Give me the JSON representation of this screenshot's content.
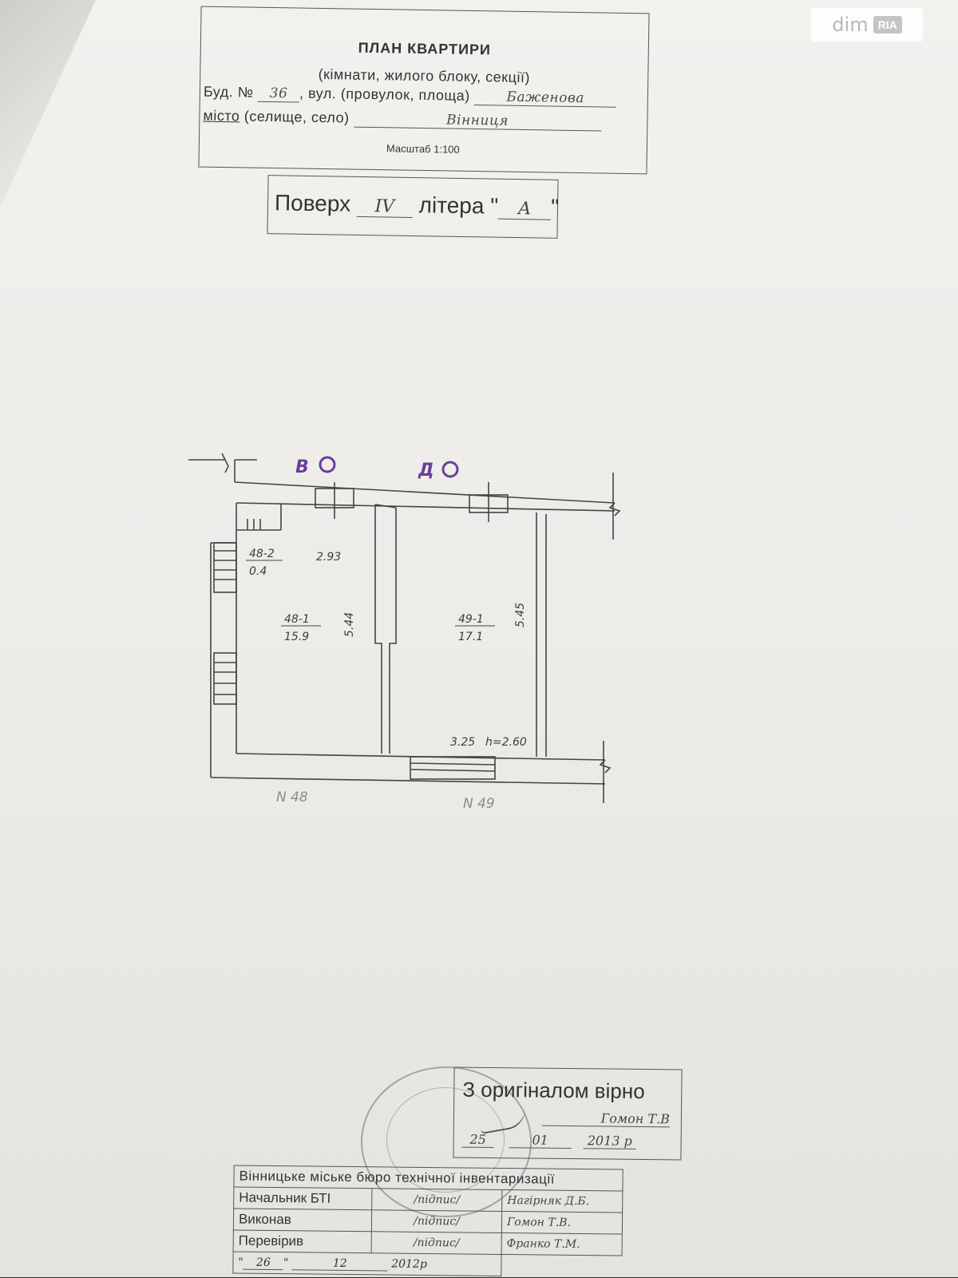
{
  "watermark": {
    "brand_left": "dim",
    "brand_right": "RIA"
  },
  "title_block": {
    "title": "ПЛАН КВАРТИРИ",
    "subtitle": "(кімнати, жилого блоку, секції)",
    "building_label": "Буд. №",
    "building_number": "36",
    "street_label": ", вул. (провулок, площа)",
    "street_value": "Баженова",
    "city_label": "місто",
    "city_label_rest": " (селище, село)",
    "city_value": "Вінниця",
    "scale": "Масштаб 1:100"
  },
  "floor_block": {
    "floor_label": "Поверх",
    "floor_value": "IV",
    "letter_label": "літера \"",
    "letter_value": "А",
    "letter_close": "\""
  },
  "plan": {
    "axis_labels": [
      "В",
      "Д"
    ],
    "rooms": [
      {
        "id": "48-2",
        "area": "0.4"
      },
      {
        "id": "48-1",
        "area": "15.9"
      },
      {
        "id": "49-1",
        "area": "17.1"
      }
    ],
    "dimensions": {
      "room48_width": "2.93",
      "room48_length": "5.44",
      "room49_length": "5.45",
      "room49_width": "3.25",
      "height": "h=2.60"
    },
    "apartment_labels": [
      "N 48",
      "N 49"
    ]
  },
  "certification": {
    "heading": "З оригіналом вірно",
    "name": "Гомон Т.В",
    "day": "25",
    "month": "01",
    "year": "2013 р"
  },
  "bti_table": {
    "header": "Вінницьке міське бюро технічної інвентаризації",
    "rows": [
      {
        "role": "Начальник БТІ",
        "sign": "/підпис/",
        "name": "Нагірняк Д.Б."
      },
      {
        "role": "Виконав",
        "sign": "/підпис/",
        "name": "Гомон Т.В."
      },
      {
        "role": "Перевірив",
        "sign": "/підпис/",
        "name": "Франко Т.М."
      }
    ],
    "date_day": "26",
    "date_month": "12",
    "date_year": "2012р"
  }
}
